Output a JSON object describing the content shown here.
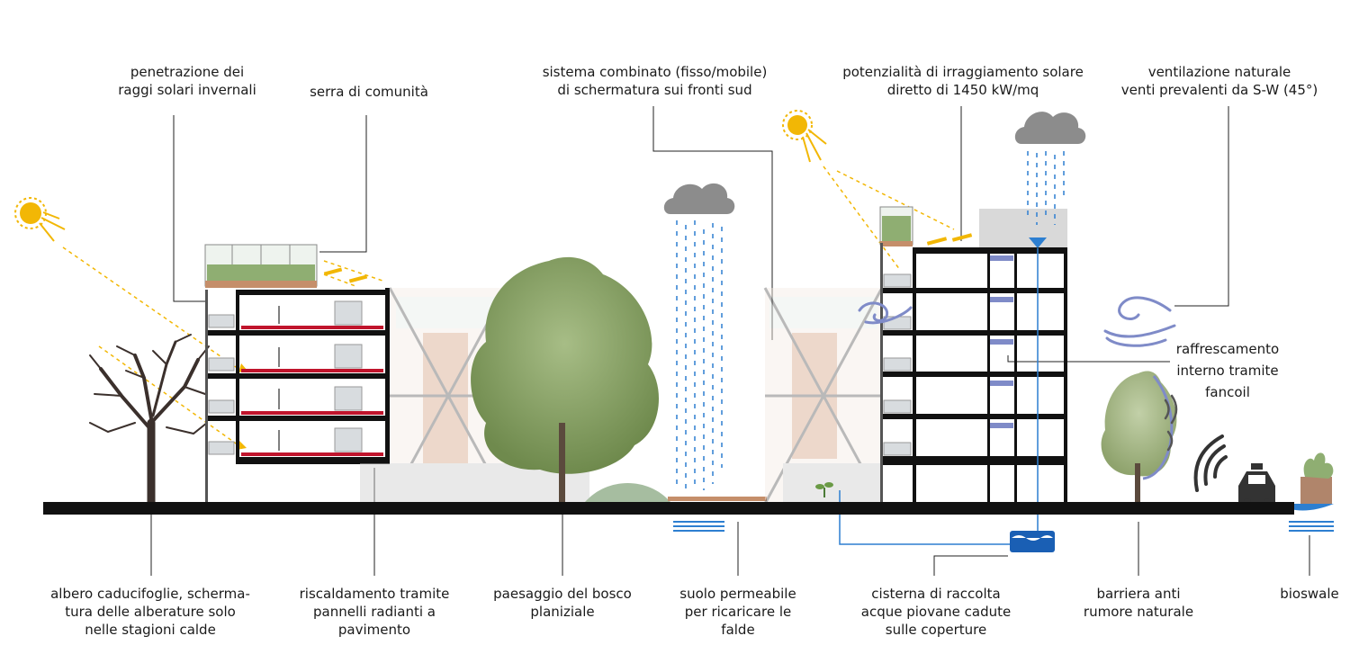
{
  "labels": {
    "solar_winter": [
      "penetrazione dei",
      "raggi solari invernali"
    ],
    "community_greenhouse": [
      "serra di comunità"
    ],
    "shading_system": [
      "sistema combinato (fisso/mobile)",
      "di schermatura sui fronti sud"
    ],
    "solar_potential": [
      "potenzialità di irraggiamento solare",
      "diretto di 1450 kW/mq"
    ],
    "natural_ventilation": [
      "ventilazione naturale",
      "venti prevalenti da S-W (45°)"
    ],
    "cooling": [
      "raffrescamento",
      "interno tramite",
      "fancoil"
    ],
    "deciduous_tree": [
      "albero caducifoglie, scherma-",
      "tura delle alberature solo",
      "nelle stagioni calde"
    ],
    "radiant_heating": [
      "riscaldamento tramite",
      "pannelli radianti a",
      "pavimento"
    ],
    "forest_landscape": [
      "paesaggio del bosco",
      "planiziale"
    ],
    "permeable_soil": [
      "suolo permeabile",
      "per ricaricare le",
      "falde"
    ],
    "rain_cistern": [
      "cisterna di raccolta",
      "acque piovane cadute",
      "sulle coperture"
    ],
    "noise_barrier": [
      "barriera anti",
      "rumore naturale"
    ],
    "bioswale": [
      "bioswale"
    ]
  },
  "colors": {
    "sun": "#f2b705",
    "structure": "#111111",
    "water": "#2d7fd1",
    "heating": "#c0142c",
    "tree_green": "#7f9a5c",
    "cloud": "#8c8c8c",
    "wind": "#7f8bc8"
  },
  "icons": [
    "sun-icon",
    "cloud-icon",
    "wind-icon",
    "car-icon",
    "noise-wave-icon"
  ]
}
